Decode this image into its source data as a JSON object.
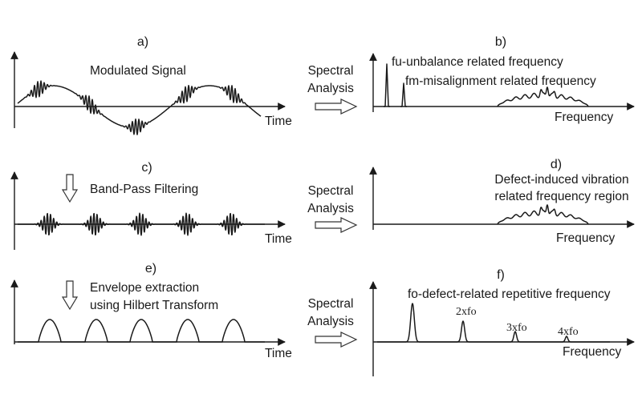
{
  "panels": {
    "a": {
      "label": "a)",
      "title": "Modulated Signal",
      "xlabel": "Time"
    },
    "b": {
      "label": "b)",
      "note_fu": "fu-unbalance related frequency",
      "note_fm": "fm-misalignment related frequency",
      "xlabel": "Frequency"
    },
    "c": {
      "label": "c)",
      "step": "Band-Pass Filtering",
      "xlabel": "Time"
    },
    "d": {
      "label": "d)",
      "note_line1": "Defect-induced vibration",
      "note_line2": "related frequency region",
      "xlabel": "Frequency"
    },
    "e": {
      "label": "e)",
      "step_line1": "Envelope extraction",
      "step_line2": "using Hilbert Transform",
      "xlabel": "Time"
    },
    "f": {
      "label": "f)",
      "note": "fo-defect-related repetitive frequency",
      "harmonics": [
        "2xfo",
        "3xfo",
        "4xfo"
      ],
      "xlabel": "Frequency"
    }
  },
  "spectral_arrows": [
    {
      "line1": "Spectral",
      "line2": "Analysis"
    },
    {
      "line1": "Spectral",
      "line2": "Analysis"
    },
    {
      "line1": "Spectral",
      "line2": "Analysis"
    }
  ]
}
